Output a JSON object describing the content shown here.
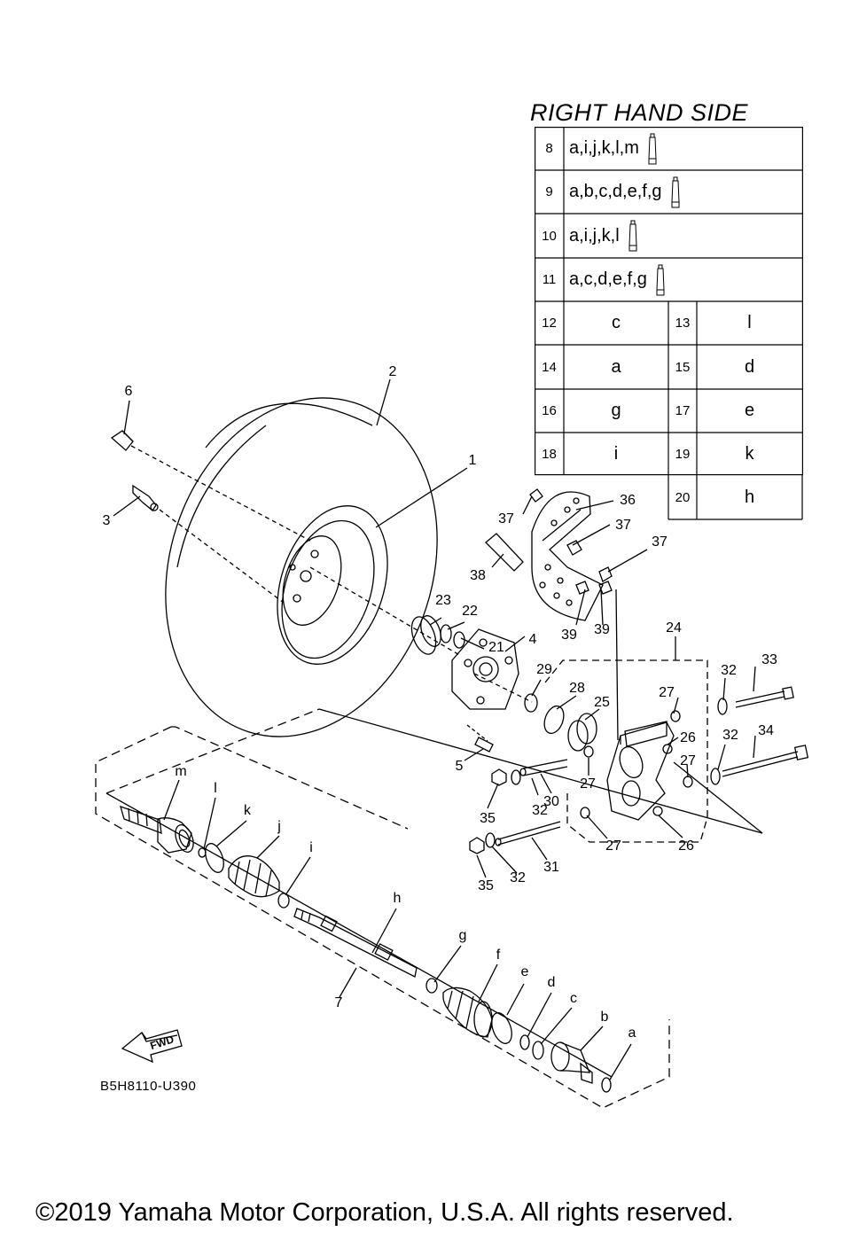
{
  "legend": {
    "title": "RIGHT HAND SIDE",
    "full_rows": [
      {
        "no": "8",
        "parts": "a,i,j,k,l,m"
      },
      {
        "no": "9",
        "parts": "a,b,c,d,e,f,g"
      },
      {
        "no": "10",
        "parts": "a,i,j,k,l"
      },
      {
        "no": "11",
        "parts": "a,c,d,e,f,g"
      }
    ],
    "split_rows": [
      {
        "no_left": "12",
        "part_left": "c",
        "no_right": "13",
        "part_right": "l"
      },
      {
        "no_left": "14",
        "part_left": "a",
        "no_right": "15",
        "part_right": "d"
      },
      {
        "no_left": "16",
        "part_left": "g",
        "no_right": "17",
        "part_right": "e"
      },
      {
        "no_left": "18",
        "part_left": "i",
        "no_right": "19",
        "part_right": "k"
      }
    ],
    "last_row": {
      "no": "20",
      "part": "h"
    }
  },
  "callouts": {
    "n1": "1",
    "n2": "2",
    "n3": "3",
    "n4": "4",
    "n5": "5",
    "n6": "6",
    "n7": "7",
    "n21": "21",
    "n22": "22",
    "n23": "23",
    "n24": "24",
    "n25": "25",
    "n26": "26",
    "n27": "27",
    "n28": "28",
    "n29": "29",
    "n30": "30",
    "n31": "31",
    "n32": "32",
    "n33": "33",
    "n34": "34",
    "n35": "35",
    "n36": "36",
    "n37": "37",
    "n38": "38",
    "n39": "39",
    "la": "a",
    "lb": "b",
    "lc": "c",
    "ld": "d",
    "le": "e",
    "lf": "f",
    "lg": "g",
    "lh": "h",
    "li": "i",
    "lj": "j",
    "lk": "k",
    "ll": "l",
    "lm": "m"
  },
  "fwd_label": "FWD",
  "diagram_code": "B5H8110-U390",
  "copyright": "©2019 Yamaha Motor Corporation, U.S.A. All rights reserved."
}
